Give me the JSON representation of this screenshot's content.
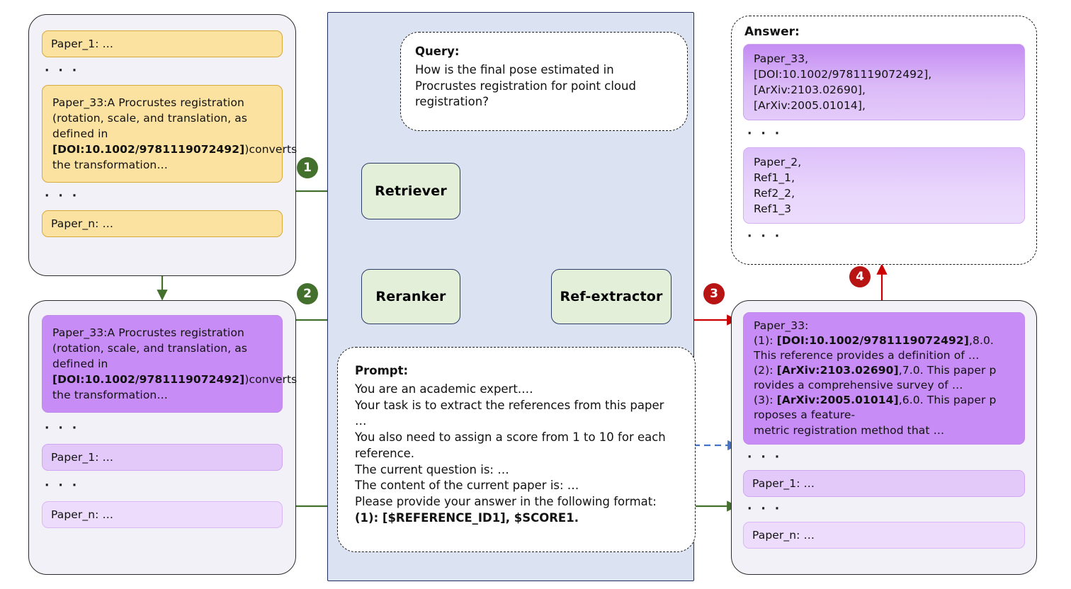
{
  "left_top_panel": {
    "name": "retrieved-papers-panel",
    "items": [
      {
        "id": "paper-1",
        "text": "Paper_1: …"
      },
      {
        "id": "ellipsis-1",
        "text": "· · ·"
      },
      {
        "id": "paper-33",
        "text": "Paper_33:A Procrustes registration (rotation, scale, and translation, as defined in ",
        "bold": "[DOI:10.1002/9781119072492]",
        "tail": ")converts the transformation…"
      },
      {
        "id": "ellipsis-2",
        "text": "· · ·"
      },
      {
        "id": "paper-n",
        "text": "Paper_n: …"
      }
    ]
  },
  "left_bottom_panel": {
    "name": "reranked-papers-panel",
    "items": [
      {
        "id": "paper-33",
        "text": "Paper_33:A Procrustes registration (rotation, scale, and translation, as defined in ",
        "bold": "[DOI:10.1002/9781119072492]",
        "tail": ")converts the transformation…"
      },
      {
        "id": "ellipsis-1",
        "text": "· · ·"
      },
      {
        "id": "paper-1",
        "text": "Paper_1: …"
      },
      {
        "id": "ellipsis-2",
        "text": "· · ·"
      },
      {
        "id": "paper-n",
        "text": "Paper_n: …"
      }
    ]
  },
  "center": {
    "query": {
      "heading": "Query:",
      "body": "How is the final pose estimated in Procrustes registration for point cloud registration?"
    },
    "nodes": [
      {
        "id": "retriever",
        "label": "Retriever"
      },
      {
        "id": "reranker",
        "label": "Reranker"
      },
      {
        "id": "ref-extractor",
        "label": "Ref-extractor"
      }
    ],
    "prompt": {
      "heading": "Prompt:",
      "lines": [
        "You are an academic expert.…",
        "Your task is to extract the references  from this paper",
        "…",
        "You also need to assign a score from 1 to 10 for each",
        " reference.",
        "The current question is: …",
        "The content of the current paper is: …",
        "Please provide your answer in the following format:"
      ],
      "format_line": "(1): [$REFERENCE_ID1], $SCORE1."
    }
  },
  "right_top_panel": {
    "name": "answer-panel",
    "heading": "Answer:",
    "items": [
      {
        "id": "answer-block-1",
        "lines": [
          "Paper_33,",
          "[DOI:10.1002/9781119072492],",
          "[ArXiv:2103.02690],",
          "[ArXiv:2005.01014],"
        ]
      },
      {
        "id": "ellipsis-1",
        "text": "· · ·"
      },
      {
        "id": "answer-block-2",
        "lines": [
          "Paper_2,",
          "Ref1_1,",
          "Ref2_2,",
          "Ref1_3"
        ]
      },
      {
        "id": "ellipsis-2",
        "text": "· · ·"
      }
    ]
  },
  "right_bottom_panel": {
    "name": "extracted-references-panel",
    "main_block": {
      "title": "Paper_33:",
      "refs": [
        {
          "num": "(1): ",
          "id": "[DOI:10.1002/9781119072492]",
          "score": ",8.0.",
          "desc": "This reference  provides a definition of …"
        },
        {
          "num": "(2): ",
          "id": "[ArXiv:2103.02690]",
          "score": ",7.0. This paper p",
          "desc": "rovides a comprehensive survey of  …"
        },
        {
          "num": "(3): ",
          "id": "[ArXiv:2005.01014]",
          "score": ",6.0. This paper p",
          "desc": "roposes a feature-"
        },
        {
          "num": "",
          "id": "",
          "score": "",
          "desc": " metric registration method that …"
        }
      ]
    },
    "items": [
      {
        "id": "ellipsis-1",
        "text": "· · ·"
      },
      {
        "id": "paper-1",
        "text": "Paper_1: …"
      },
      {
        "id": "ellipsis-2",
        "text": "· · ·"
      },
      {
        "id": "paper-n",
        "text": "Paper_n: …"
      }
    ]
  },
  "badges": [
    {
      "id": "step-1",
      "label": "1",
      "color": "#44702d"
    },
    {
      "id": "step-2",
      "label": "2",
      "color": "#44702d"
    },
    {
      "id": "step-3",
      "label": "3",
      "color": "#b81414"
    },
    {
      "id": "step-4",
      "label": "4",
      "color": "#b81414"
    }
  ],
  "colors": {
    "center_panel_bg": "#dbe3f3",
    "node_green": "#e3efd9",
    "chip_yellow": "#fbe2a0",
    "chip_purple": "#c78cf5",
    "arrow_green": "#44702d",
    "arrow_red": "#cc0000",
    "arrow_blue": "#4472c4"
  }
}
